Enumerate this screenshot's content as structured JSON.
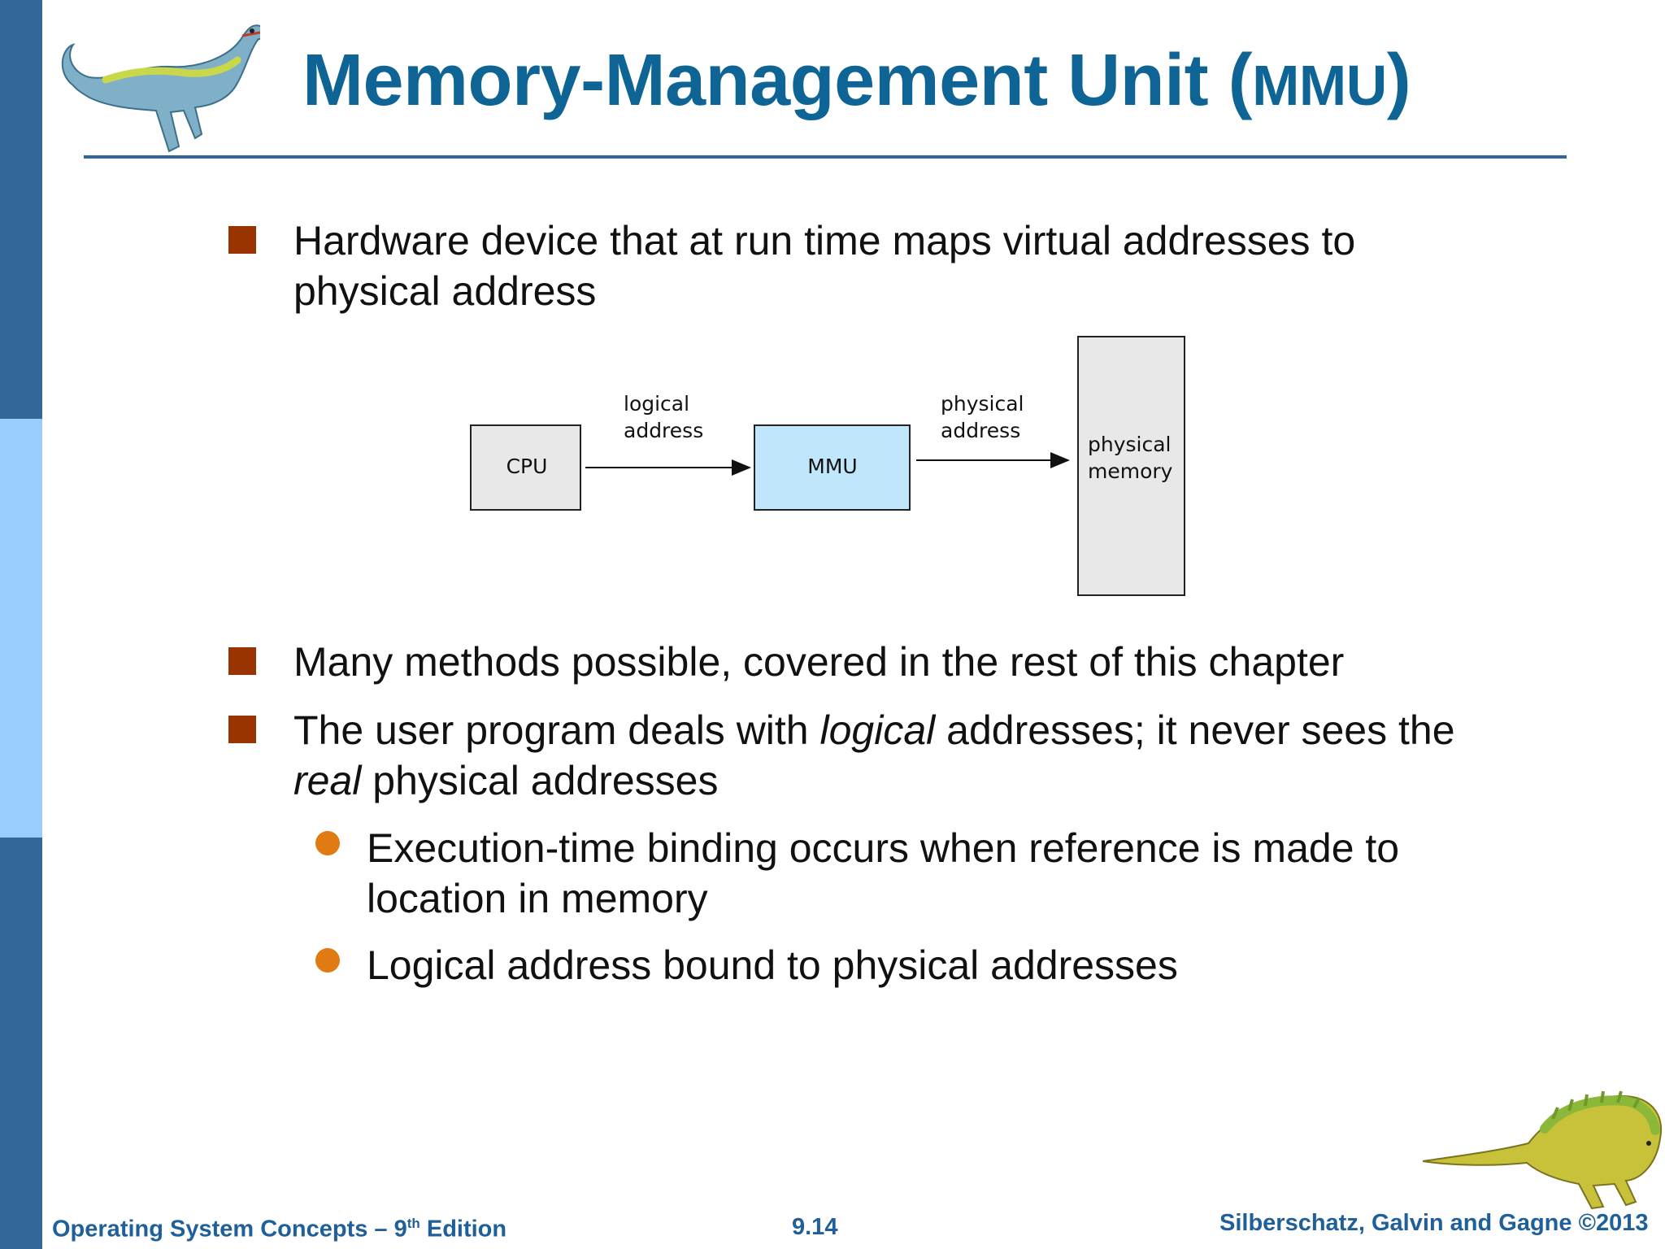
{
  "slide": {
    "title_main": "Memory-Management Unit (",
    "title_abbrev": "MMU",
    "title_close": ")"
  },
  "bullets": [
    {
      "line1": "Hardware device that at run time maps virtual addresses to",
      "line2": "physical address"
    },
    {
      "line1": "Many methods possible, covered in the rest of this chapter"
    },
    {
      "line1_a": "The user program deals with ",
      "line1_em": "logical",
      "line1_b": " addresses; it never sees the",
      "line2_em": "real",
      "line2_b": " physical addresses"
    }
  ],
  "sub_bullets": [
    {
      "line1": "Execution-time binding occurs when reference is made to",
      "line2": "location in memory"
    },
    {
      "line1": "Logical address bound to physical addresses"
    }
  ],
  "diagram": {
    "cpu_label": "CPU",
    "mmu_label": "MMU",
    "memory_label_1": "physical",
    "memory_label_2": "memory",
    "arrow1_label_1": "logical",
    "arrow1_label_2": "address",
    "arrow2_label_1": "physical",
    "arrow2_label_2": "address"
  },
  "footer": {
    "left_a": "Operating System Concepts – 9",
    "left_sup": "th",
    "left_b": " Edition",
    "center": "9.14",
    "right": "Silberschatz, Galvin and Gagne ©2013"
  },
  "colors": {
    "title": "#0f6496",
    "bullet_square": "#993300",
    "sub_bullet_dot": "#e07a12",
    "side_stripe_dark": "#336699",
    "side_stripe_light": "#99ccff",
    "mmu_fill": "#bfe6fb"
  },
  "icons": [
    "dinosaur-top-left-icon",
    "dinosaur-bottom-right-icon"
  ]
}
